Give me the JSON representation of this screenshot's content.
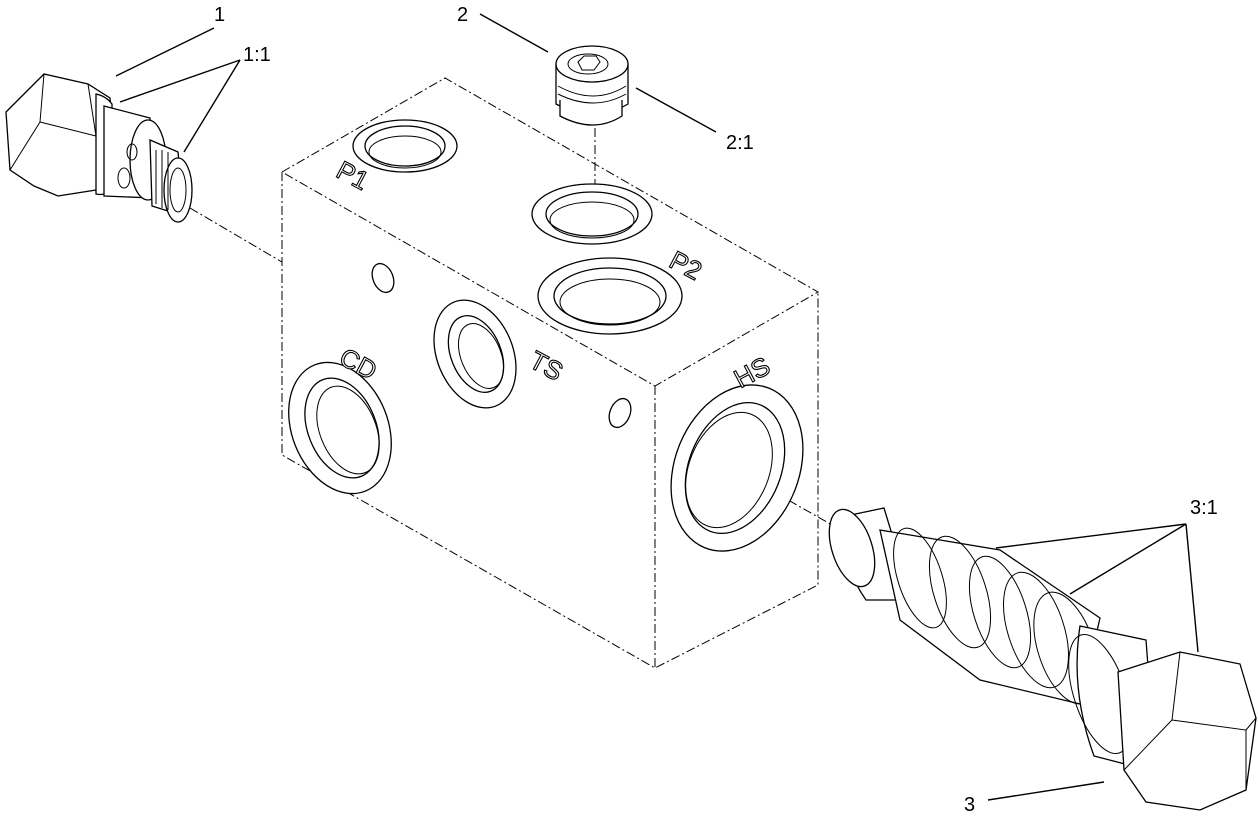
{
  "diagram": {
    "callouts": {
      "c1": "1",
      "c1_1": "1:1",
      "c2": "2",
      "c2_1": "2:1",
      "c3": "3",
      "c3_1": "3:1"
    },
    "ports": {
      "p1": "P1",
      "p2": "P2",
      "cd": "CD",
      "ts": "TS",
      "hs": "HS"
    }
  }
}
